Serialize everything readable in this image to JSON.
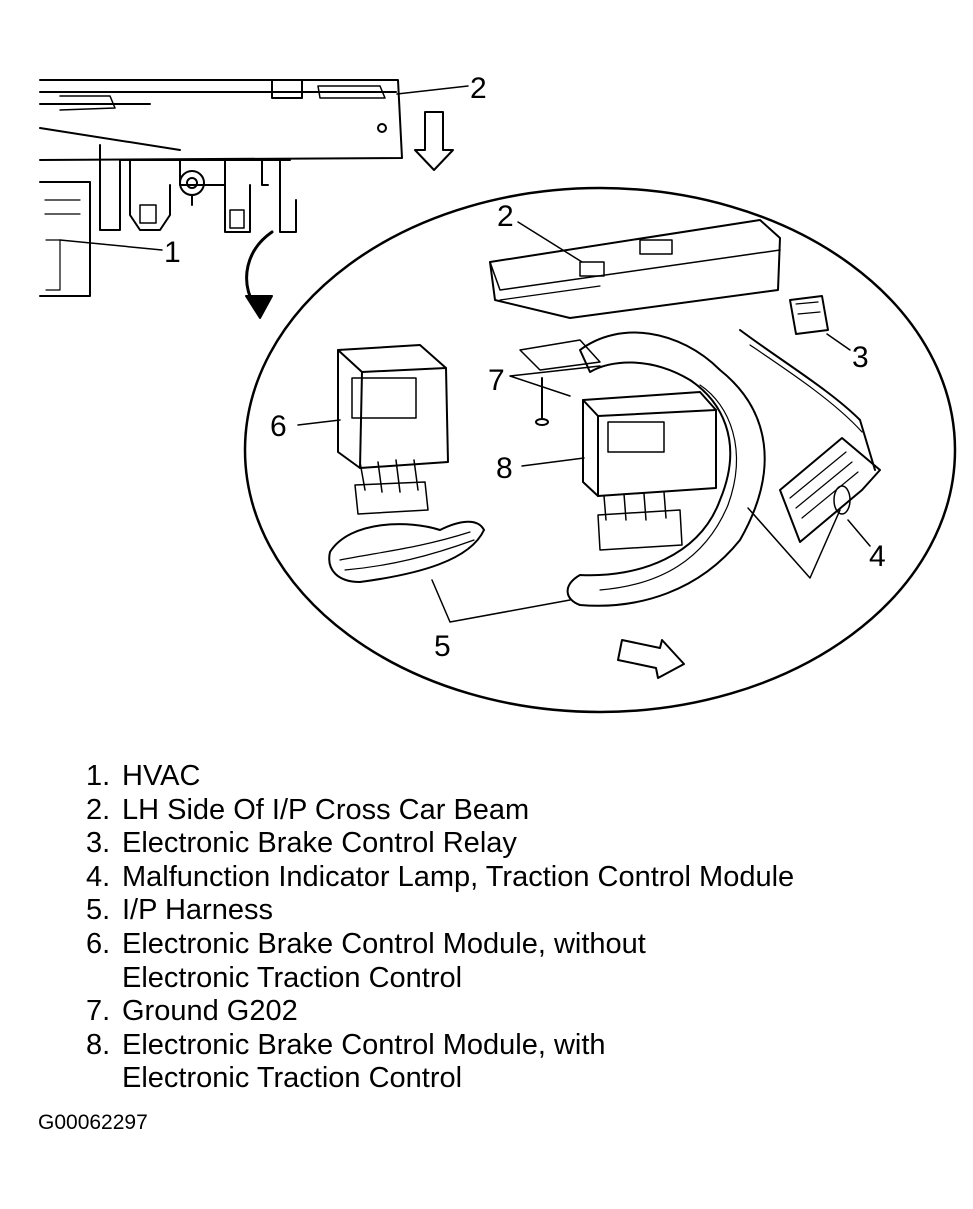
{
  "callouts": {
    "c1": "1",
    "c2a": "2",
    "c2b": "2",
    "c3": "3",
    "c4": "4",
    "c5": "5",
    "c6": "6",
    "c7": "7",
    "c8": "8"
  },
  "legend": [
    {
      "num": "1.",
      "text": "HVAC"
    },
    {
      "num": "2.",
      "text": "LH Side Of I/P Cross Car Beam"
    },
    {
      "num": "3.",
      "text": "Electronic Brake Control Relay"
    },
    {
      "num": "4.",
      "text": "Malfunction Indicator Lamp, Traction Control Module"
    },
    {
      "num": "5.",
      "text": "I/P Harness"
    },
    {
      "num": "6.",
      "text": "Electronic Brake Control Module, without\nElectronic Traction Control"
    },
    {
      "num": "7.",
      "text": "Ground G202"
    },
    {
      "num": "8.",
      "text": "Electronic Brake Control Module, with\nElectronic Traction Control"
    }
  ],
  "figure_id": "G00062297"
}
